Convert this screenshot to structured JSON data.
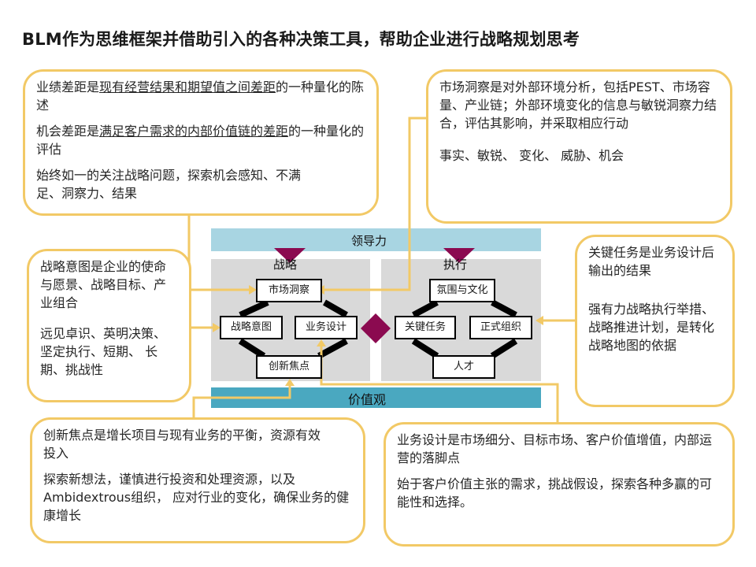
{
  "title": "BLM作为思维框架并借助引入的各种决策工具，帮助企业进行战略规划思考",
  "callouts": {
    "performance_gap": {
      "p1_pre": "业绩差距是",
      "p1_u": "现有经营结果和期望值之间差距",
      "p1_post": "的一种量化的陈述",
      "p2_pre": "机会差距是",
      "p2_u1": "满足客户需求的内部价值链的差",
      "p2_u2": "距",
      "p2_post": "的一种量化的评估",
      "p3": "始终如一的关注战略问题，探索机会感知、不满足、洞察力、结果"
    },
    "market_insight": {
      "p1": "市场洞察是对外部环境分析，包括PEST、市场容量、产业链；外部环境变化的信息与敏锐洞察力结合，评估其影响，并采取相应行动",
      "p2": "事实、敏锐、 变化、 威胁、机会"
    },
    "strategic_intent": {
      "p1": "战略意图是企业的使命与愿景、战略目标、产业组合",
      "p2": "远见卓识、英明决策、坚定执行、短期、 长期、挑战性"
    },
    "key_tasks": {
      "p1": "关键任务是业务设计后输出的结果",
      "p2": "强有力战略执行举措、战略推进计划，是转化战略地图的依据"
    },
    "innovation": {
      "p1": "创新焦点是增长项目与现有业务的平衡，资源有效投入",
      "p2": "探索新想法，谨慎进行投资和处理资源，以及Ambidextrous组织， 应对行业的变化，确保业务的健康增长"
    },
    "business_design": {
      "p1": "业务设计是市场细分、目标市场、客户价值增值，内部运营的落脚点",
      "p2": "始于客户价值主张的需求，挑战假设，探索各种多赢的可能性和选择。"
    }
  },
  "framework": {
    "leadership": "领导力",
    "values": "价值观",
    "strategy": "战略",
    "execution": "执行",
    "strategy_boxes": {
      "market_insight": "市场洞察",
      "strategic_intent": "战略意图",
      "business_design": "业务设计",
      "innovation_focus": "创新焦点"
    },
    "execution_boxes": {
      "climate_culture": "氛围与文化",
      "key_tasks": "关键任务",
      "formal_org": "正式组织",
      "talent": "人才"
    }
  },
  "colors": {
    "callout_border": "#f2c966",
    "band": "#a8d5e2",
    "band_dark": "#4aa8c0",
    "panel": "#d9d9d9",
    "triangle": "#8b0a50"
  }
}
